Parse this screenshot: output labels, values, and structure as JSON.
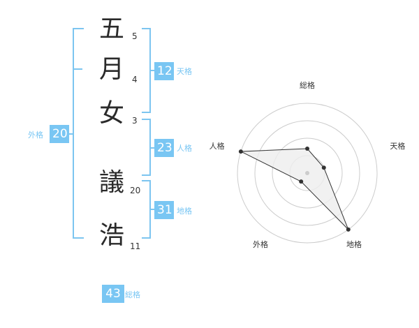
{
  "name": {
    "chars": [
      {
        "char": "五",
        "strokes": "5"
      },
      {
        "char": "月",
        "strokes": "4"
      },
      {
        "char": "女",
        "strokes": "3"
      },
      {
        "char": "議",
        "strokes": "20"
      },
      {
        "char": "浩",
        "strokes": "11"
      }
    ]
  },
  "fortune": {
    "tenkaku": {
      "value": "12",
      "label": "天格"
    },
    "jinkaku": {
      "value": "23",
      "label": "人格"
    },
    "chikaku": {
      "value": "31",
      "label": "地格"
    },
    "gaikaku": {
      "value": "20",
      "label": "外格"
    },
    "soukaku": {
      "value": "43",
      "label": "総格"
    }
  },
  "chart_data": {
    "type": "radar",
    "axes": [
      "総格",
      "天格",
      "地格",
      "外格",
      "人格"
    ],
    "values": [
      0.35,
      0.25,
      1.0,
      0.15,
      1.0
    ],
    "rings": 4,
    "max": 1.0
  },
  "colors": {
    "accent": "#79c6f3",
    "bracket": "#7cc5f0",
    "polygon_fill": "#eeeeee",
    "polygon_stroke": "#333333",
    "ring": "#cccccc"
  }
}
